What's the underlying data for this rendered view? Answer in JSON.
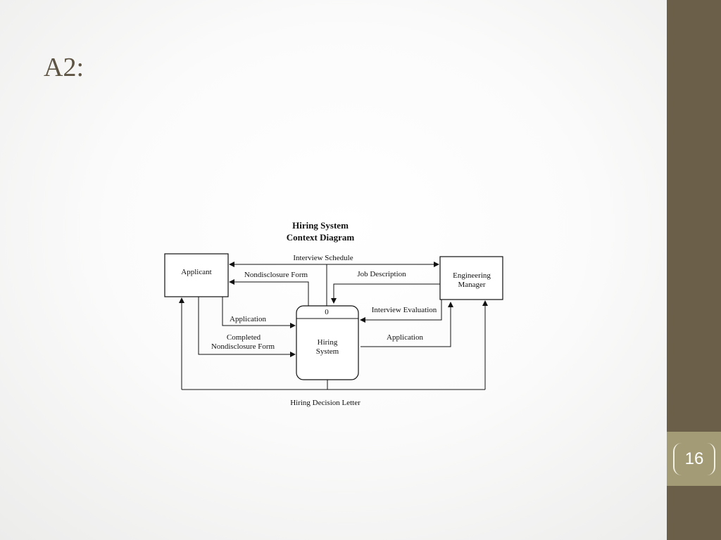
{
  "slide": {
    "title": "A2:",
    "page_number": "16"
  },
  "diagram": {
    "title_line1": "Hiring System",
    "title_line2": "Context Diagram",
    "entities": {
      "applicant": "Applicant",
      "engineering_manager_line1": "Engineering",
      "engineering_manager_line2": "Manager"
    },
    "process": {
      "id": "0",
      "name_line1": "Hiring",
      "name_line2": "System"
    },
    "flows": {
      "interview_schedule": "Interview Schedule",
      "nondisclosure_form": "Nondisclosure Form",
      "job_description": "Job Description",
      "interview_evaluation": "Interview Evaluation",
      "application_from_applicant": "Application",
      "completed_nda_line1": "Completed",
      "completed_nda_line2": "Nondisclosure Form",
      "application_to_manager": "Application",
      "hiring_decision_letter": "Hiring Decision Letter"
    }
  }
}
